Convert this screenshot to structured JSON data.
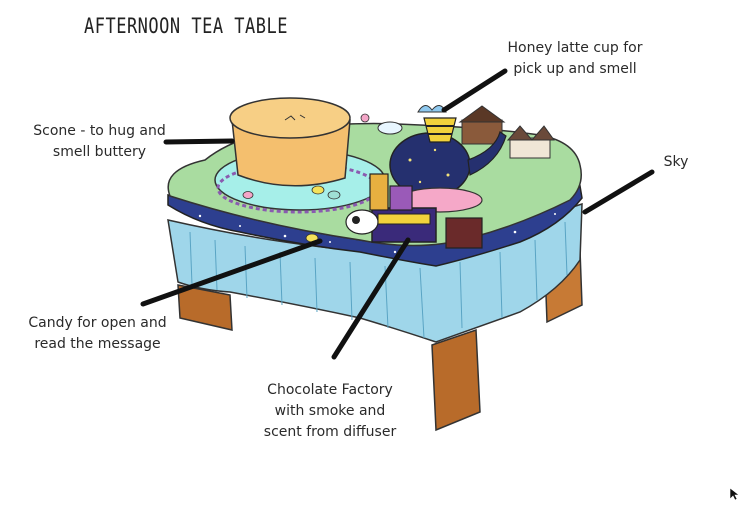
{
  "title": "AFTERNOON TEA TABLE",
  "labels": {
    "honey_latte": "Honey latte cup for\npick up and smell",
    "scone": "Scone - to hug and\nsmell buttery",
    "sky": "Sky",
    "candy": "Candy for open and\nread the message",
    "chocolate": "Chocolate Factory\nwith smoke and\nscent from diffuser"
  },
  "colors": {
    "grass": "#a9dca0",
    "tablecloth": "#9fd6ea",
    "night_sky": "#2d3f8f",
    "wood": "#b86b2a",
    "scone": "#f4bf6e",
    "plate": "#a6efe9",
    "teapot": "#25306f",
    "honey_cup": "#f2d23c",
    "leader_line": "#111111"
  },
  "icons": {
    "cursor": "cursor-arrow-icon"
  }
}
